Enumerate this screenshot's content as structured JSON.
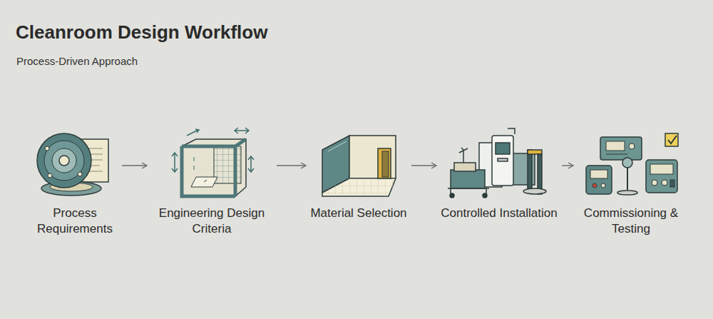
{
  "diagram": {
    "title": "Cleanroom Design Workflow",
    "nodes": [
      {
        "text": [
          "Process Requirements"
        ]
      },
      {
        "text": [
          "Engineering Design Criteria"
        ]
      },
      {
        "text": [
          "Material Selection"
        ]
      },
      {
        "text": [
          "Controlled Installation"
        ]
      },
      {
        "text": [
          "Commissioning & Testing"
        ]
      }
    ],
    "edges": [
      {
        "from": 0,
        "to": 1,
        "arrow": "to"
      },
      {
        "from": 1,
        "to": 2,
        "arrow": "to"
      },
      {
        "from": 2,
        "to": 3,
        "arrow": "to"
      },
      {
        "from": 3,
        "to": 4,
        "arrow": "to"
      }
    ],
    "labels": [
      "Process-Driven Approach"
    ]
  }
}
